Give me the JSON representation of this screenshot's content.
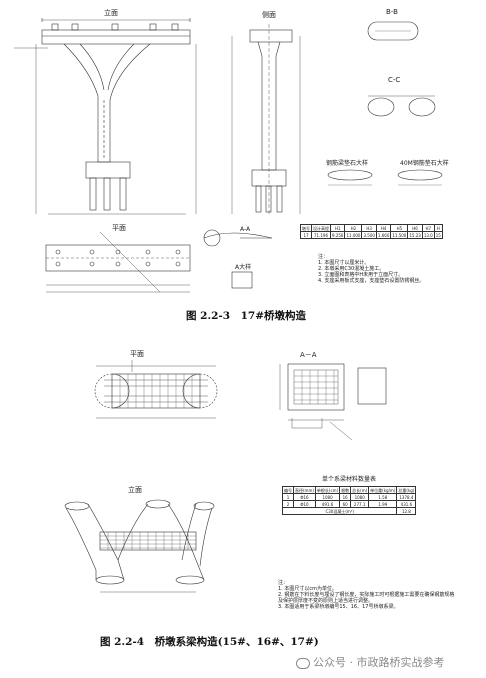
{
  "top_drawing": {
    "views": {
      "elevation": "立面",
      "side": "侧面",
      "section_bb": "B-B",
      "section_cc": "C-C",
      "plan": "平面",
      "section_aa": "A-A",
      "detail_a": "A大样",
      "detail_steel": "钢筋梁垫石大样",
      "detail_40m": "40M钢筋垫石大样"
    },
    "table": {
      "header": [
        "墩号",
        "设计高程",
        "H1",
        "H2",
        "H3",
        "H4",
        "H5",
        "H6",
        "H7",
        "H"
      ],
      "row": [
        "17",
        "71.196",
        "9.256",
        "11.000",
        "3.500",
        "1.660",
        "11.500",
        "15.23",
        "13.0",
        "15"
      ]
    },
    "notes": [
      "注：",
      "1. 本图尺寸以厘米计。",
      "2. 本墩采用C30混凝土施工。",
      "3. 立面图和表格中H未用于立面尺寸。",
      "4. 支座采用板式支座，支座垫石设置防锈钢丝。"
    ]
  },
  "caption_top": "图 2.2-3　17#桥墩构造",
  "bottom_drawing": {
    "views": {
      "plan": "平面",
      "section_aa": "A－A",
      "elevation": "立面"
    },
    "table_title": "单个系梁材料数量表",
    "table": {
      "header": [
        "编号",
        "直径(mm)",
        "单根长(cm)",
        "根数",
        "总长(m)",
        "单位重(kg/m)",
        "总重(kg)"
      ],
      "rows": [
        [
          "1",
          "Φ16",
          "1080",
          "16",
          "1080",
          "1.58",
          "1378.4"
        ],
        [
          "2",
          "Φ10",
          "491.6",
          "60",
          "277.1",
          "1.99",
          "431.6"
        ]
      ],
      "total": [
        "C30混凝土(m³)",
        "12.8"
      ]
    },
    "notes": [
      "注：",
      "1. 本图尺寸以cm为单位。",
      "2. 钢筋在下料长度与埋设了钢长度，实际施工时可根据施工需要在确保钢筋规格",
      "   及保护层厚度不变的原则上适当进行调整。",
      "3. 本图适用于系梁桥墩编号15、16、17号桥墩系梁。"
    ]
  },
  "caption_bottom": "图 2.2-4　桥墩系梁构造(15#、16#、17#)",
  "watermark": "公众号 · 市政路桥实战参考"
}
